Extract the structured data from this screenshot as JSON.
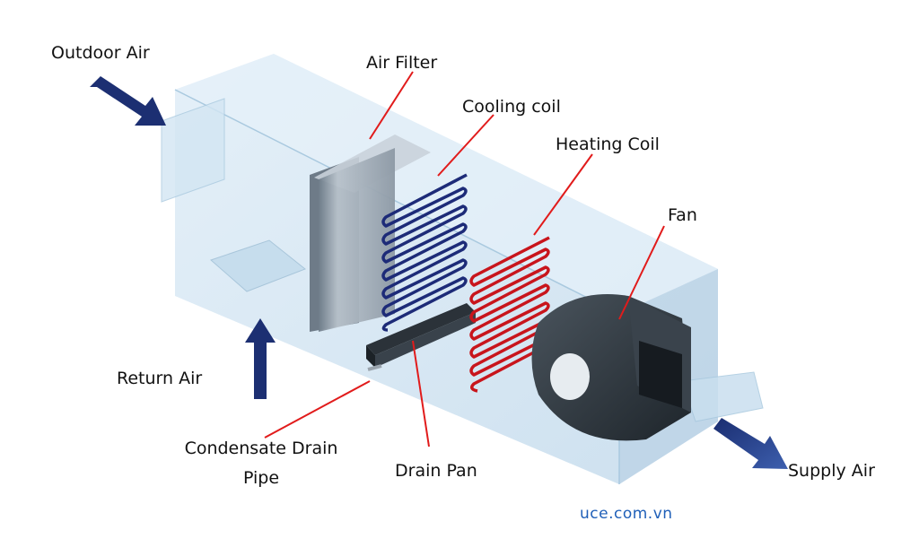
{
  "diagram": {
    "labels": {
      "outdoor_air": "Outdoor Air",
      "air_filter": "Air Filter",
      "cooling_coil": "Cooling coil",
      "heating_coil": "Heating Coil",
      "fan": "Fan",
      "return_air": "Return Air",
      "condensate_line1": "Condensate Drain",
      "condensate_line2": "Pipe",
      "drain_pan": "Drain Pan",
      "supply_air": "Supply Air"
    },
    "watermark": "uce.com.vn",
    "colors": {
      "housing_fill": "#cfe3f1",
      "housing_edge": "#a9c9df",
      "arrow": "#1c2f72",
      "cooling_coil": "#1d2b78",
      "heating_coil": "#c8151c",
      "leader": "#e11b1b",
      "filter": "#8e9aa6",
      "fan": "#2a323a"
    }
  }
}
